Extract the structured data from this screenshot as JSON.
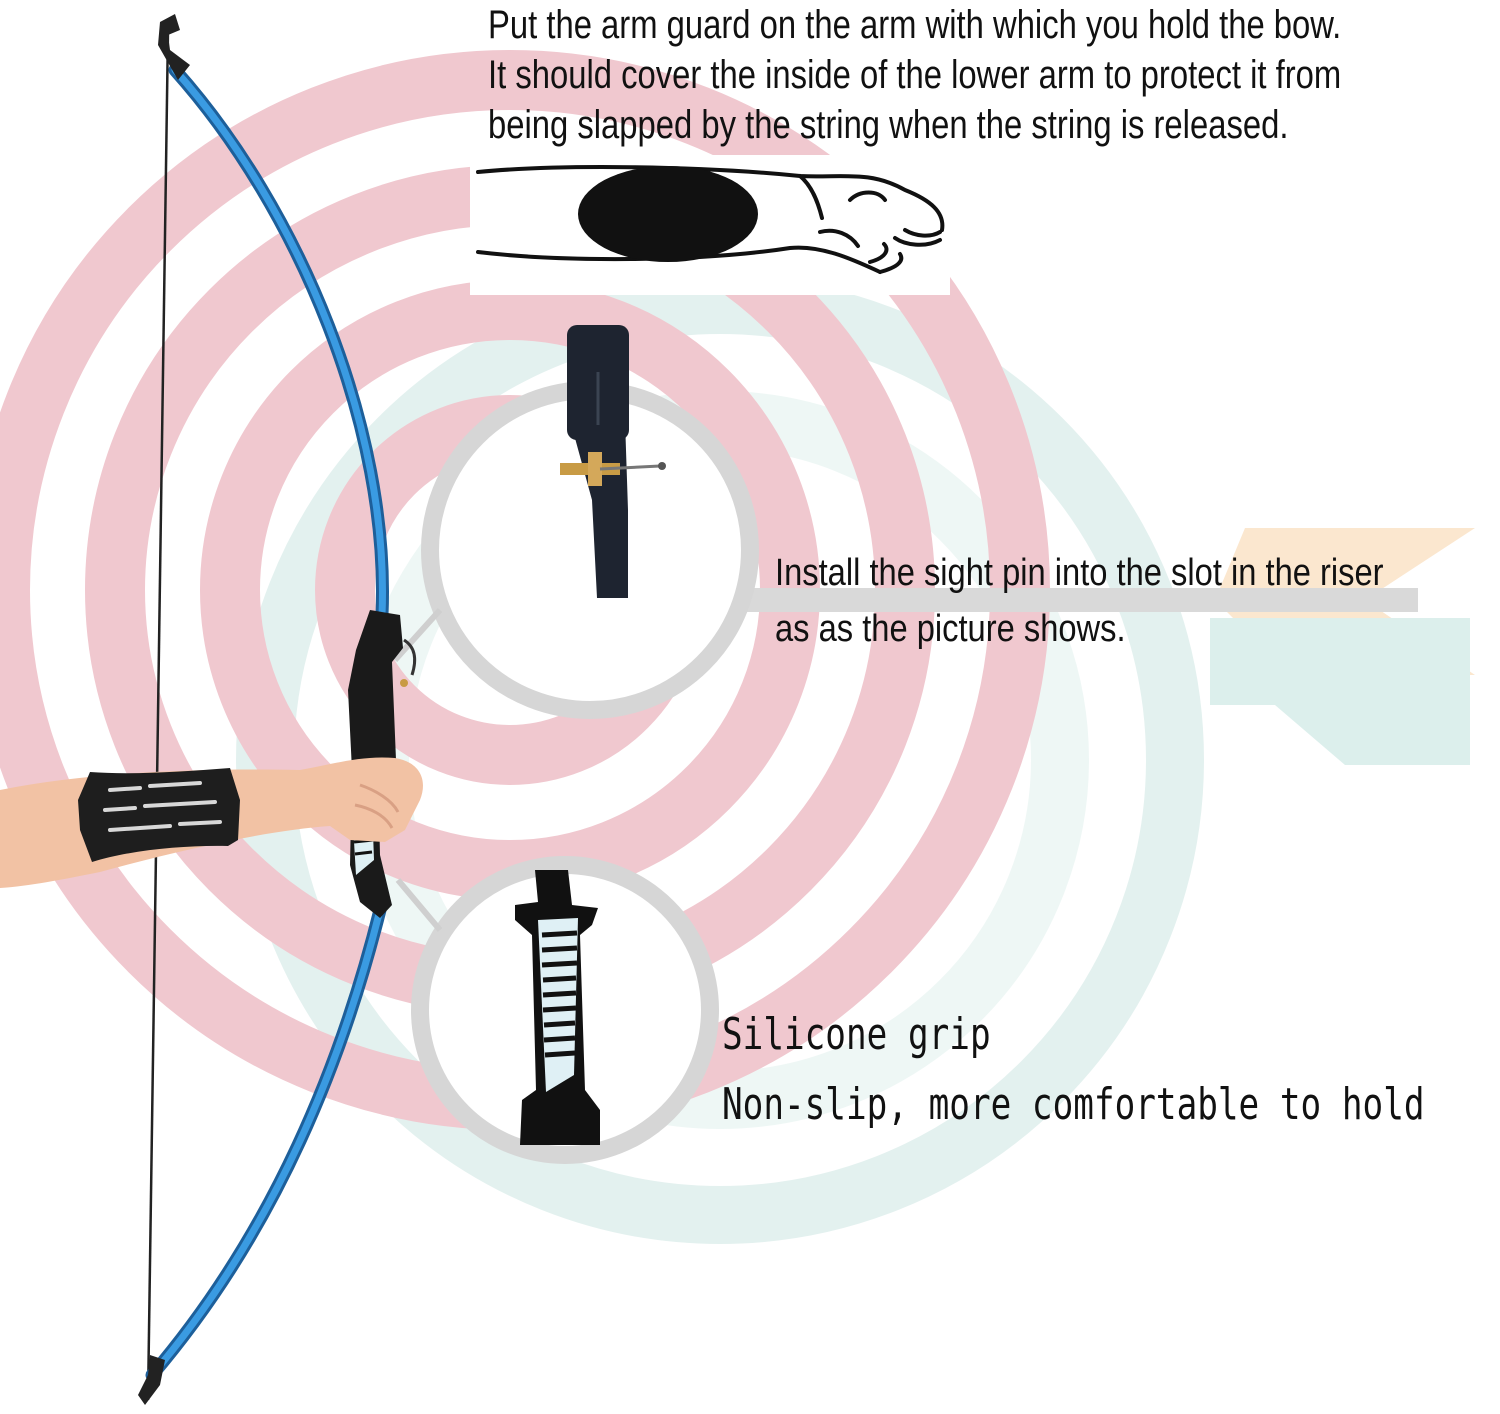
{
  "captions": {
    "arm_guard": [
      "Put the arm guard on the arm with which you hold the bow.",
      "It should cover the inside of the lower arm to protect it from",
      "being slapped by the string when the string is released."
    ],
    "sight_pin": [
      "Install the sight pin into the slot in the riser",
      "as as the picture shows."
    ],
    "grip": [
      "Silicone grip",
      "Non-slip, more comfortable to hold"
    ]
  },
  "colors": {
    "target_ring": "#f0c8cf",
    "target_shadow": "#e3f1ef",
    "arrow_fletch_orange": "#fbe7cf",
    "arrow_fletch_teal": "#dcefec",
    "arrow_shaft": "#d9d9d9",
    "magnifier_ring": "#d6d6d6",
    "bow_limb": "#2f8fd8",
    "bow_limb_edge": "#1d5f9a",
    "bow_string": "#222222",
    "riser": "#1a1a1a",
    "skin": "#f2c2a4",
    "grip_white": "#dff0f5"
  }
}
